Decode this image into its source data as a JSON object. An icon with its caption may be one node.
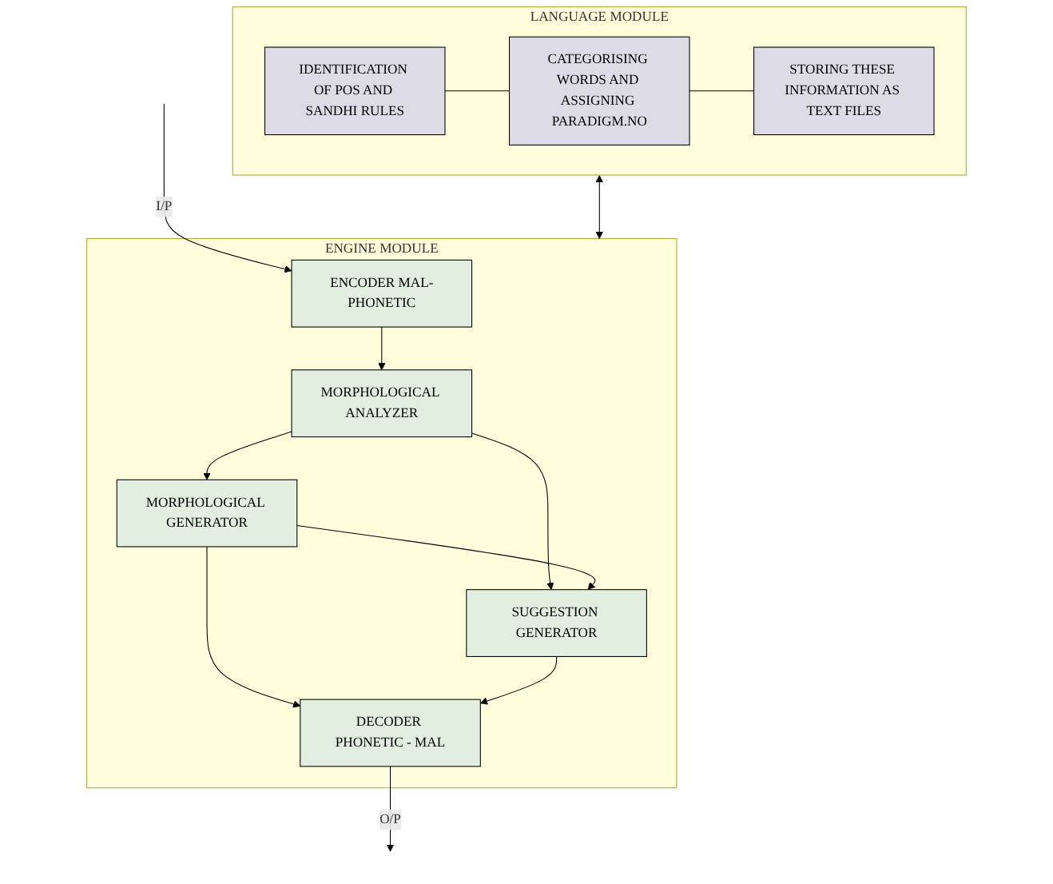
{
  "diagram": {
    "nodes": [
      {
        "text": [
          "LANGUAGE MODULE"
        ]
      },
      {
        "text": [
          "IDENTIFICATION OF POS AND SANDHI RULES"
        ],
        "in": 0
      },
      {
        "text": [
          "CATEGORISING WORDS AND ASSIGNING PARADIGM.NO"
        ],
        "in": 0
      },
      {
        "text": [
          "STORING THESE INFORMATION AS TEXT FILES"
        ],
        "in": 0
      },
      {
        "text": [
          "ENGINE MODULE"
        ]
      },
      {
        "text": [
          "ENCODER MAL-PHONETIC"
        ],
        "in": 4
      },
      {
        "text": [
          "MORPHOLOGICAL ANALYZER"
        ],
        "in": 4
      },
      {
        "text": [
          "MORPHOLOGICAL GENERATOR"
        ],
        "in": 4
      },
      {
        "text": [
          "SUGGESTION GENERATOR"
        ],
        "in": 4
      },
      {
        "text": [
          "DECODER PHONETIC - MAL"
        ],
        "in": 4
      }
    ],
    "edges": [
      {
        "from": 1,
        "to": 2,
        "arrow": "none"
      },
      {
        "from": 2,
        "to": 3,
        "arrow": "none"
      },
      {
        "from": 0,
        "to": 4,
        "arrow": "both"
      },
      {
        "from": null,
        "to": 5,
        "arrow": "to",
        "label": "I/P"
      },
      {
        "from": 5,
        "to": 6,
        "arrow": "to"
      },
      {
        "from": 6,
        "to": 7,
        "arrow": "to"
      },
      {
        "from": 6,
        "to": 8,
        "arrow": "to"
      },
      {
        "from": 7,
        "to": 8,
        "arrow": "to"
      },
      {
        "from": 7,
        "to": 9,
        "arrow": "to"
      },
      {
        "from": 8,
        "to": 9,
        "arrow": "to"
      },
      {
        "from": 9,
        "to": null,
        "arrow": "to",
        "label": "O/P"
      }
    ]
  }
}
